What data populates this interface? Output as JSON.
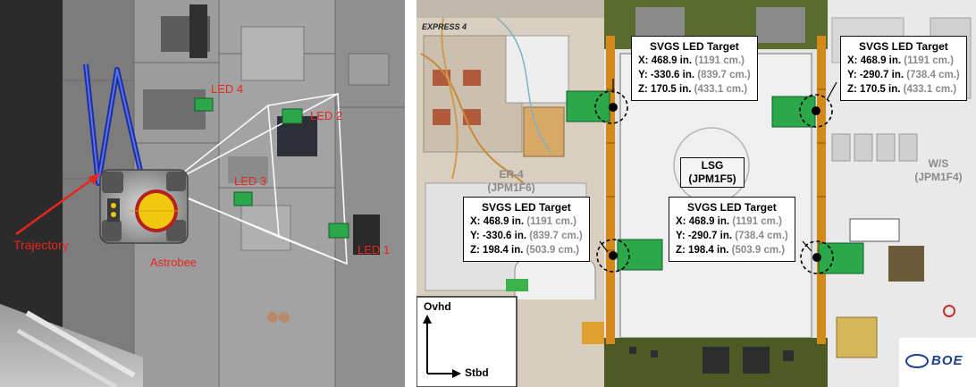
{
  "left": {
    "labels": {
      "led4": "LED 4",
      "led2": "LED 2",
      "led3": "LED 3",
      "led1": "LED 1",
      "trajectory": "Trajectory",
      "astrobee": "Astrobee"
    }
  },
  "right": {
    "express": "EXPRESS 4",
    "zones": {
      "er4_line1": "ER-4",
      "er4_line2": "(JPM1F6)",
      "lsg_line1": "LSG",
      "lsg_line2": "(JPM1F5)",
      "ws_line1": "W/S",
      "ws_line2": "(JPM1F4)"
    },
    "callouts": [
      {
        "title": "SVGS LED Target",
        "x_label": "X: 468.9 in.",
        "x_cm": "(1191 cm.)",
        "y_label": "Y: -330.6 in.",
        "y_cm": "(839.7 cm.)",
        "z_label": "Z: 170.5 in.",
        "z_cm": "(433.1 cm.)"
      },
      {
        "title": "SVGS LED Target",
        "x_label": "X: 468.9 in.",
        "x_cm": "(1191 cm.)",
        "y_label": "Y: -290.7 in.",
        "y_cm": "(738.4 cm.)",
        "z_label": "Z: 170.5 in.",
        "z_cm": "(433.1 cm.)"
      },
      {
        "title": "SVGS LED Target",
        "x_label": "X: 468.9 in.",
        "x_cm": "(1191 cm.)",
        "y_label": "Y: -330.6 in.",
        "y_cm": "(839.7 cm.)",
        "z_label": "Z: 198.4 in.",
        "z_cm": "(503.9 cm.)"
      },
      {
        "title": "SVGS LED Target",
        "x_label": "X: 468.9 in.",
        "x_cm": "(1191 cm.)",
        "y_label": "Y: -290.7 in.",
        "y_cm": "(738.4 cm.)",
        "z_label": "Z: 198.4 in.",
        "z_cm": "(503.9 cm.)"
      }
    ],
    "orientation": {
      "up": "Ovhd",
      "right": "Stbd"
    },
    "logo": "BOE"
  },
  "colors": {
    "label_red": "#e8261c",
    "trajectory_blue": "#1a2fa8",
    "astrobee_yellow": "#f2c80f",
    "rail_orange": "#d48a1a",
    "led_green": "#2aa84a",
    "boeing_blue": "#1c3f94"
  }
}
